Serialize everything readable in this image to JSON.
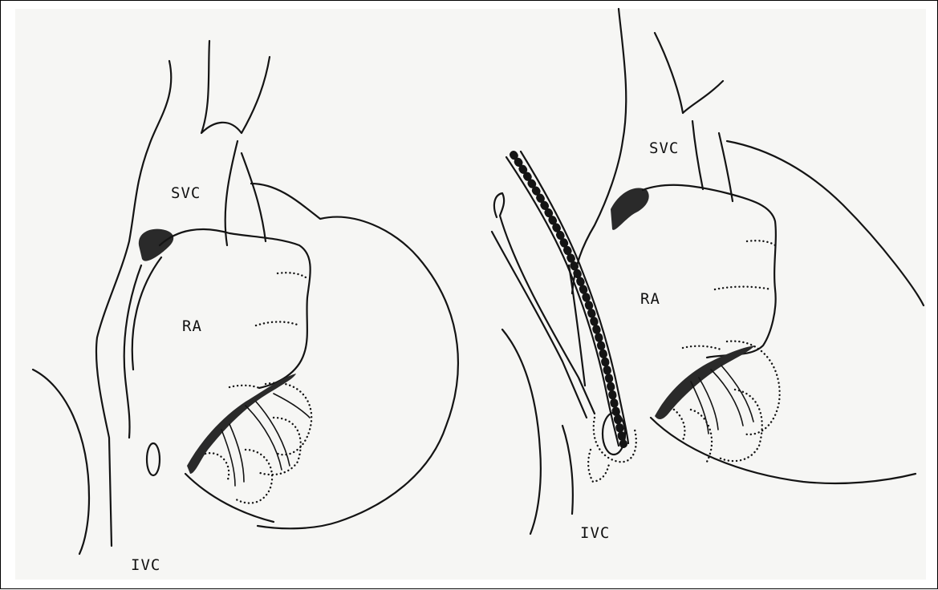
{
  "left_panel": {
    "label_svc": "SVC",
    "label_ra": "RA",
    "label_ivc": "IVC"
  },
  "right_panel": {
    "label_svc": "SVC",
    "label_ra": "RA",
    "label_ivc": "IVC"
  }
}
